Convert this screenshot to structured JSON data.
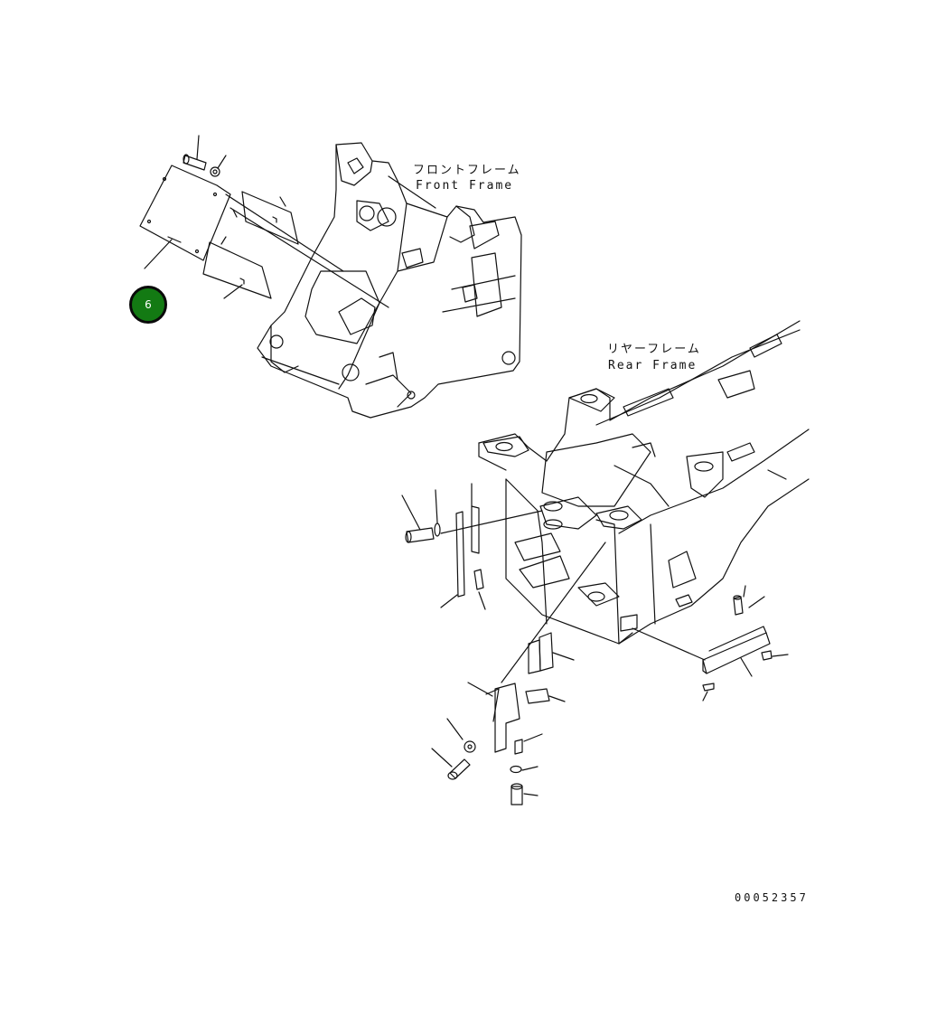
{
  "labels": {
    "front_frame_jp": "フロントフレーム",
    "front_frame_en": "Front Frame",
    "rear_frame_jp": "リヤーフレーム",
    "rear_frame_en": "Rear Frame"
  },
  "callout": {
    "number": "6",
    "color": "#137a13"
  },
  "drawing_number": "00052357",
  "colors": {
    "line": "#111111",
    "background": "#ffffff"
  }
}
